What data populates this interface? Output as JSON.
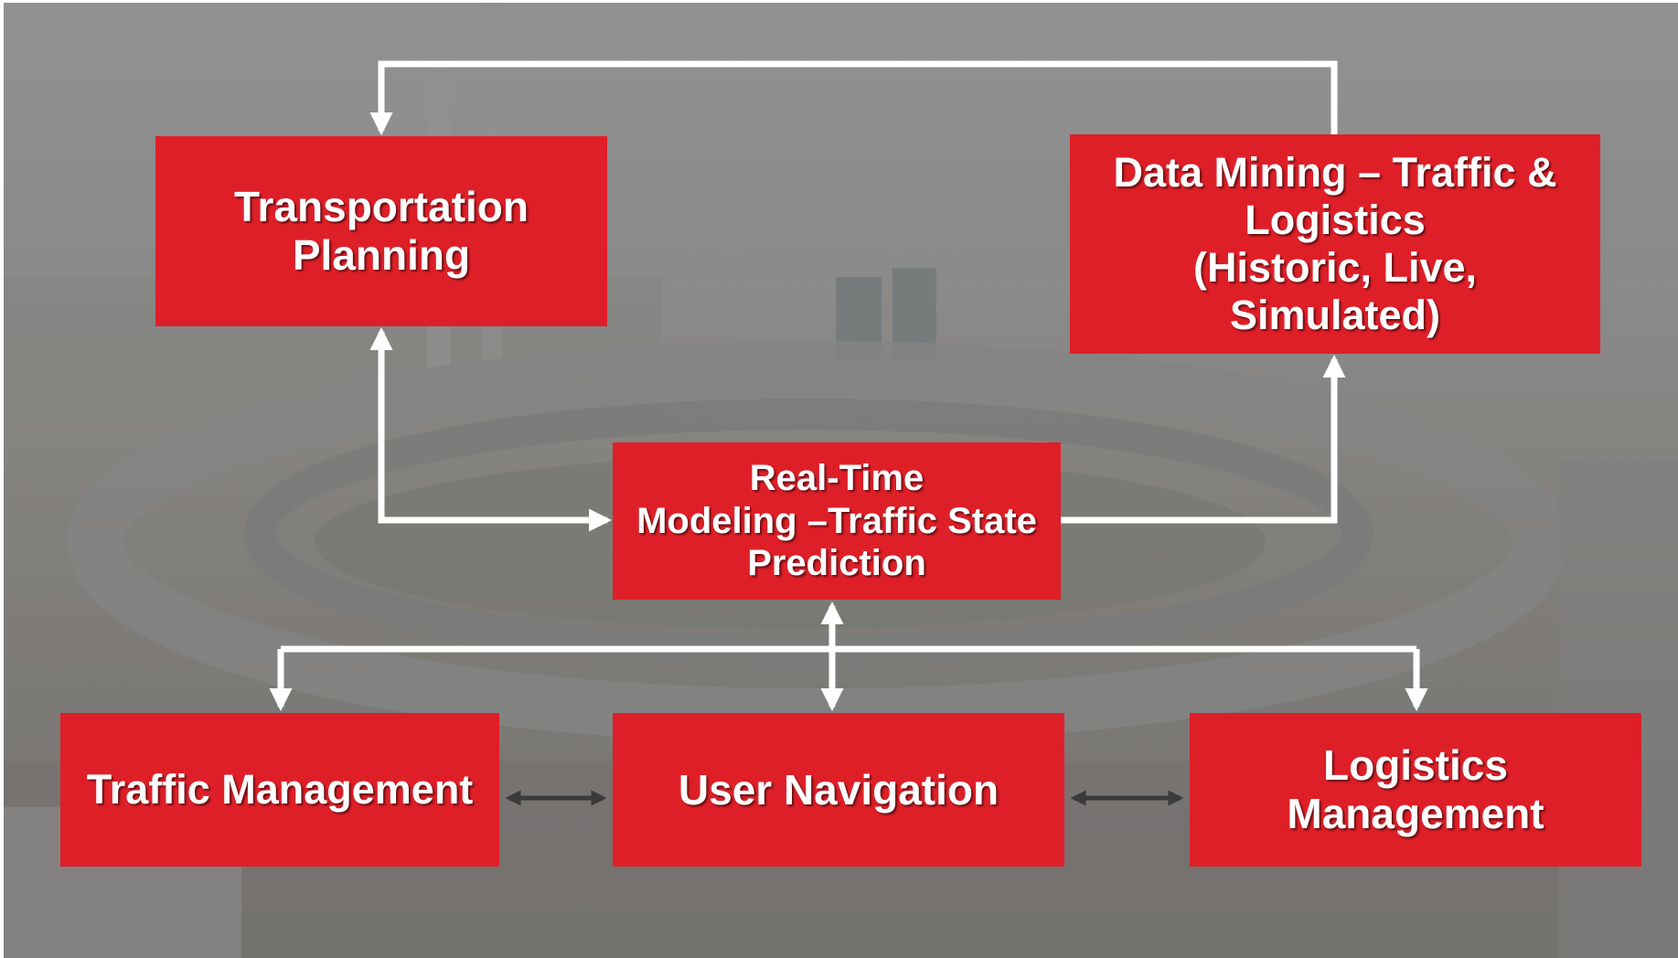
{
  "diagram": {
    "nodes": {
      "transportation_planning": "Transportation\nPlanning",
      "data_mining": "Data Mining – Traffic &\nLogistics\n(Historic, Live,\nSimulated)",
      "realtime_modeling": "Real-Time\nModeling –Traffic State\nPrediction",
      "traffic_management": "Traffic Management",
      "user_navigation": "User  Navigation",
      "logistics_management": "Logistics\nManagement"
    },
    "colors": {
      "box_fill": "#df1f28",
      "box_text": "#ffffff",
      "connector": "#ffffff",
      "secondary_connector": "#3a3a3a"
    }
  }
}
